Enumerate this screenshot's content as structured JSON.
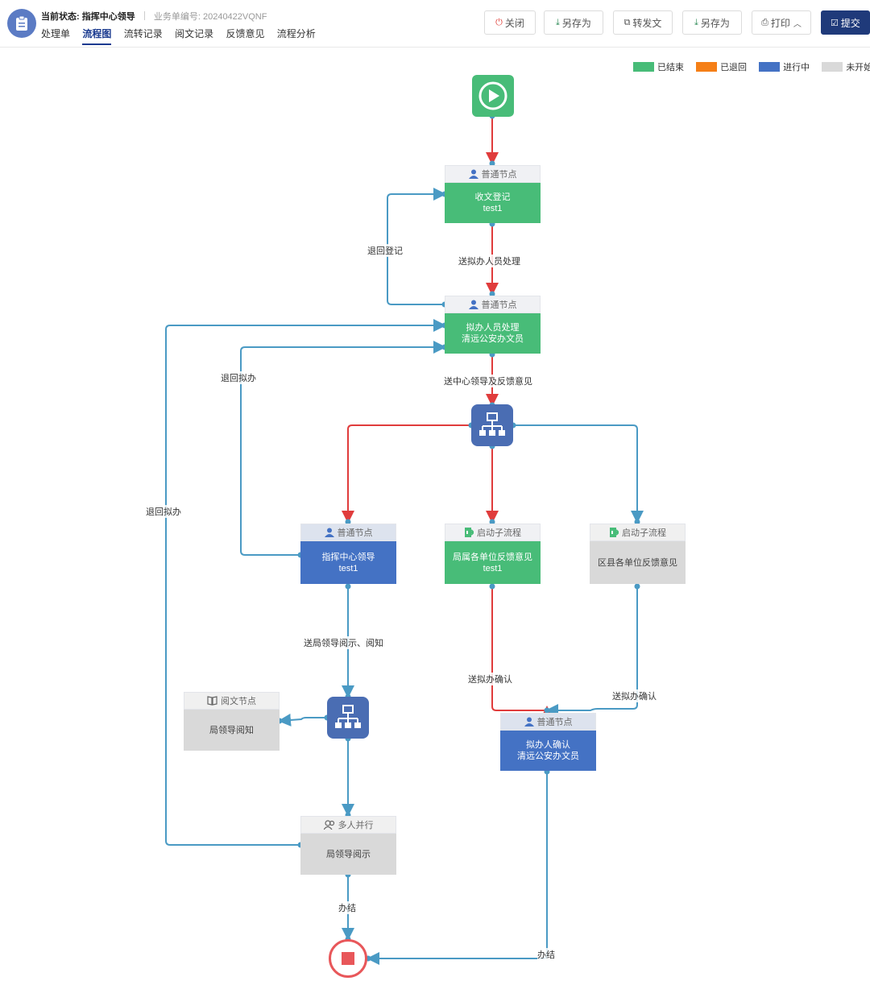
{
  "header": {
    "status_label": "当前状态:",
    "status_value": "指挥中心领导",
    "biz_no": "业务单编号: 20240422VQNF",
    "tabs": [
      {
        "label": "处理单",
        "active": false
      },
      {
        "label": "流程图",
        "active": true
      },
      {
        "label": "流转记录",
        "active": false
      },
      {
        "label": "阅文记录",
        "active": false
      },
      {
        "label": "反馈意见",
        "active": false
      },
      {
        "label": "流程分析",
        "active": false
      }
    ],
    "buttons": {
      "close": "关闭",
      "save_as_1": "另存为",
      "forward": "转发文",
      "save_as_2": "另存为",
      "print": "打印",
      "submit": "提交"
    }
  },
  "legend": [
    {
      "label": "已结束",
      "color": "#48bc78"
    },
    {
      "label": "已退回",
      "color": "#f57f17"
    },
    {
      "label": "进行中",
      "color": "#4472c4"
    },
    {
      "label": "未开始",
      "color": "#d9d9d9"
    }
  ],
  "colors": {
    "active_edge": "#e03c3c",
    "normal_edge": "#4a9ac4",
    "finished": "#48bc78",
    "in_progress": "#4472c4",
    "not_started": "#d9d9d9"
  },
  "nodes": {
    "register": {
      "type": "普通节点",
      "title": "收文登记",
      "user": "test1",
      "state": "finished",
      "icon": "person-icon"
    },
    "draft": {
      "type": "普通节点",
      "title": "拟办人员处理",
      "user": "清远公安办文员",
      "state": "finished",
      "icon": "person-icon"
    },
    "center_leader": {
      "type": "普通节点",
      "title": "指挥中心领导",
      "user": "test1",
      "state": "in_progress",
      "icon": "person-icon"
    },
    "bureau_feedback": {
      "type": "启动子流程",
      "title": "局属各单位反馈意见",
      "user": "test1",
      "state": "finished",
      "icon": "subprocess-icon"
    },
    "county_feedback": {
      "type": "启动子流程",
      "title": "区县各单位反馈意见",
      "user": "",
      "state": "not_started",
      "icon": "subprocess-icon"
    },
    "read_node": {
      "type": "阅文节点",
      "title": "局领导阅知",
      "user": "",
      "state": "not_started",
      "icon": "book-icon"
    },
    "confirm": {
      "type": "普通节点",
      "title": "拟办人确认",
      "user": "清远公安办文员",
      "state": "in_progress",
      "icon": "person-icon"
    },
    "multi": {
      "type": "多人并行",
      "title": "局领导阅示",
      "user": "",
      "state": "not_started",
      "icon": "group-icon"
    }
  },
  "edge_labels": {
    "back_register": "退回登记",
    "to_draft": "送拟办人员处理",
    "to_center": "送中心领导及反馈意见",
    "back_draft_1": "退回拟办",
    "back_draft_2": "退回拟办",
    "to_bureau_leaders": "送局领导阅示、阅知",
    "confirm_1": "送拟办确认",
    "confirm_2": "送拟办确认",
    "finish_1": "办结",
    "finish_2": "办结"
  }
}
